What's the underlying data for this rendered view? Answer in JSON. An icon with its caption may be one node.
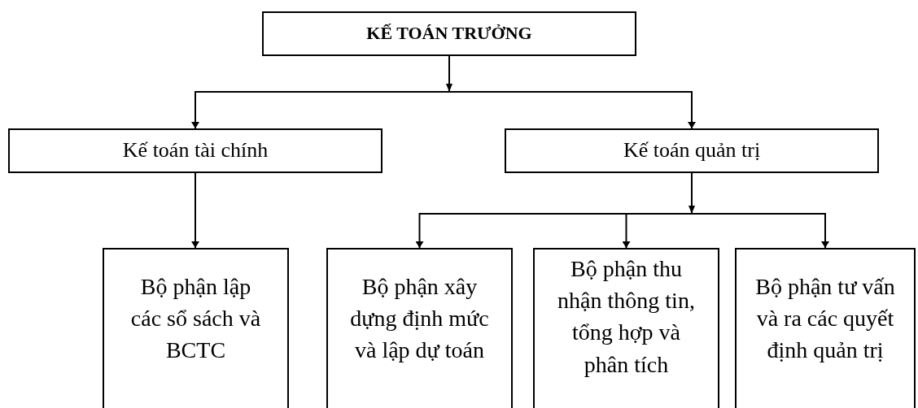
{
  "diagram": {
    "nodes": [
      {
        "text": [
          "KẾ TOÁN TRƯỞNG"
        ]
      },
      {
        "text": [
          "Kế toán tài chính"
        ]
      },
      {
        "text": [
          "Kế toán quản trị"
        ]
      },
      {
        "text": [
          "Bộ phận lập các sổ sách và BCTC"
        ]
      },
      {
        "text": [
          "Bộ phận xây dựng định mức và lập dự toán"
        ]
      },
      {
        "text": [
          "Bộ phận thu nhận thông tin, tổng hợp và phân tích"
        ]
      },
      {
        "text": [
          "Bộ phận tư vấn và ra các quyết định quản trị"
        ]
      }
    ],
    "edges": [
      {
        "from": 0,
        "to": 1,
        "arrow": "to"
      },
      {
        "from": 0,
        "to": 2,
        "arrow": "to"
      },
      {
        "from": 1,
        "to": 3,
        "arrow": "to"
      },
      {
        "from": 2,
        "to": 4,
        "arrow": "to"
      },
      {
        "from": 2,
        "to": 5,
        "arrow": "to"
      },
      {
        "from": 2,
        "to": 6,
        "arrow": "to"
      }
    ]
  }
}
